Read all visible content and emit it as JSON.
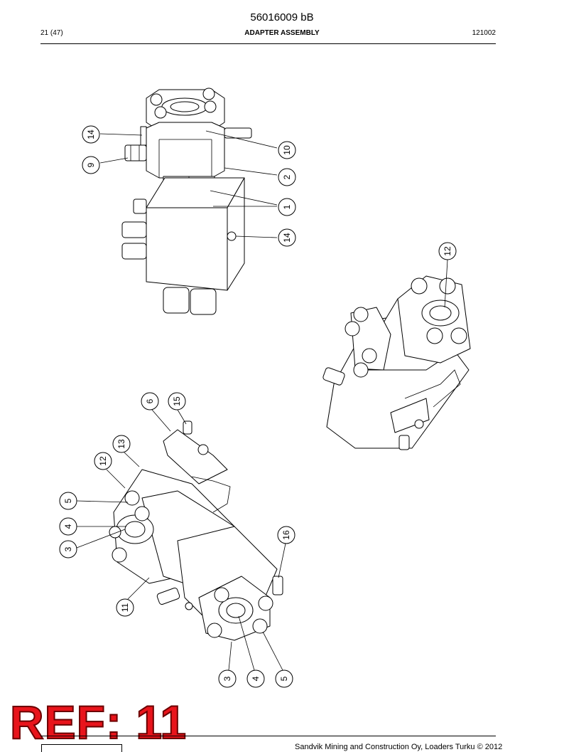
{
  "header": {
    "doc_number": "56016009 bB",
    "page": "21 (47)",
    "title": "ADAPTER ASSEMBLY",
    "code": "121002"
  },
  "callouts": {
    "top": [
      "14",
      "9",
      "10",
      "2",
      "1",
      "14"
    ],
    "right": [
      "12"
    ],
    "bottom": [
      "6",
      "15",
      "13",
      "12",
      "5",
      "4",
      "3",
      "11",
      "16",
      "3",
      "4",
      "5"
    ]
  },
  "stamp": {
    "text": "REF: 11"
  },
  "footer": {
    "text": "Sandvik Mining and Construction Oy, Loaders Turku © 2012"
  }
}
